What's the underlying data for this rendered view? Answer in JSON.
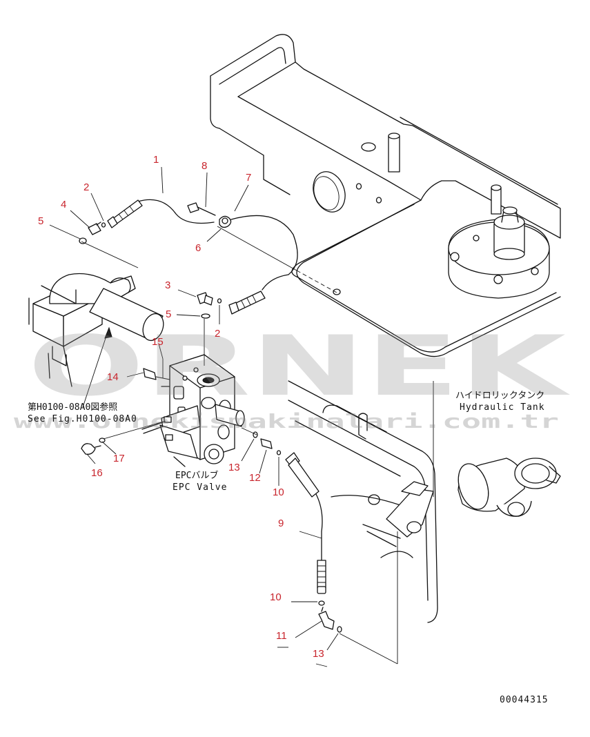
{
  "callouts": [
    {
      "id": "c1",
      "text": "1"
    },
    {
      "id": "c2a",
      "text": "2"
    },
    {
      "id": "c2b",
      "text": "2"
    },
    {
      "id": "c3",
      "text": "3"
    },
    {
      "id": "c4",
      "text": "4"
    },
    {
      "id": "c5a",
      "text": "5"
    },
    {
      "id": "c5b",
      "text": "5"
    },
    {
      "id": "c6",
      "text": "6"
    },
    {
      "id": "c7",
      "text": "7"
    },
    {
      "id": "c8",
      "text": "8"
    },
    {
      "id": "c9",
      "text": "9"
    },
    {
      "id": "c10a",
      "text": "10"
    },
    {
      "id": "c10b",
      "text": "10"
    },
    {
      "id": "c11",
      "text": "11"
    },
    {
      "id": "c12",
      "text": "12"
    },
    {
      "id": "c13a",
      "text": "13"
    },
    {
      "id": "c13b",
      "text": "13"
    },
    {
      "id": "c14",
      "text": "14"
    },
    {
      "id": "c15",
      "text": "15"
    },
    {
      "id": "c16",
      "text": "16"
    },
    {
      "id": "c17",
      "text": "17"
    }
  ],
  "labels": {
    "see_fig_jp": "第H0100-08A0図参照",
    "see_fig_en": "See Fig.H0100-08A0",
    "hydraulic_tank_jp": "ハイドロリックタンク",
    "hydraulic_tank_en": "Hydraulic Tank",
    "epc_valve_jp": "EPCバルブ",
    "epc_valve_en": "EPC Valve",
    "drawing_number": "00044315"
  },
  "watermark": {
    "brand": "ORNEK",
    "url": "www.ornekismakinalari.com.tr"
  },
  "colors": {
    "callout": "#c8242c",
    "line": "#111111",
    "watermark": "#8a8a8a"
  }
}
